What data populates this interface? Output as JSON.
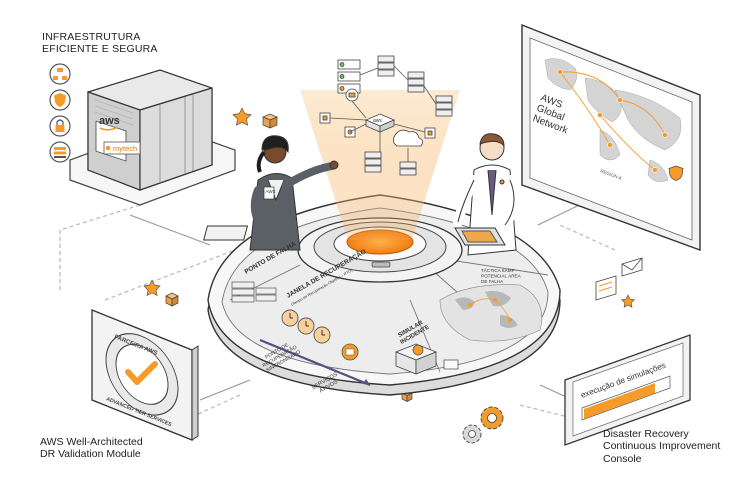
{
  "labels": {
    "top_left": [
      "INFRAESTRUTURA",
      "EFICIENTE E SEGURA"
    ],
    "bottom_left": [
      "AWS Well-Architected",
      "DR Validation Module"
    ],
    "bottom_right": [
      "Disaster Recovery",
      "Continuous Improvement",
      "Console"
    ]
  },
  "server": {
    "brand": "aws",
    "partner": "mytech"
  },
  "map_panel": {
    "title": [
      "AWS",
      "Global",
      "Network"
    ],
    "note": "REGION A"
  },
  "badge": {
    "ring_text_top": "PARCEIRA AWS",
    "ring_text_bottom": "ADVANCED TIER SERVICES"
  },
  "console": {
    "title": "execução de simulações"
  },
  "table": {
    "failure_point": "PONTO DE FALHA",
    "recovery_window": "JANELA DE RECUPERAÇÃO",
    "recovery_sub": "(Tempo de Recuperação Objetivo – RTO)",
    "sync_point": [
      "PONTO DE",
      "RECUPERAÇÃO",
      "SINCRONIZADO"
    ],
    "services": [
      "SERVIÇOS",
      "ATIVOS"
    ],
    "simulate": [
      "SIMULAR",
      "INCIDENTE"
    ],
    "map_note": [
      "TÁCTICA SAMP",
      "POTENCIAL ÁREA",
      "DE FALHA"
    ]
  },
  "person_badge": "AWS",
  "colors": {
    "accent": "#f59b2a",
    "line": "#3b3b3b",
    "panel": "#f2f2f2"
  }
}
